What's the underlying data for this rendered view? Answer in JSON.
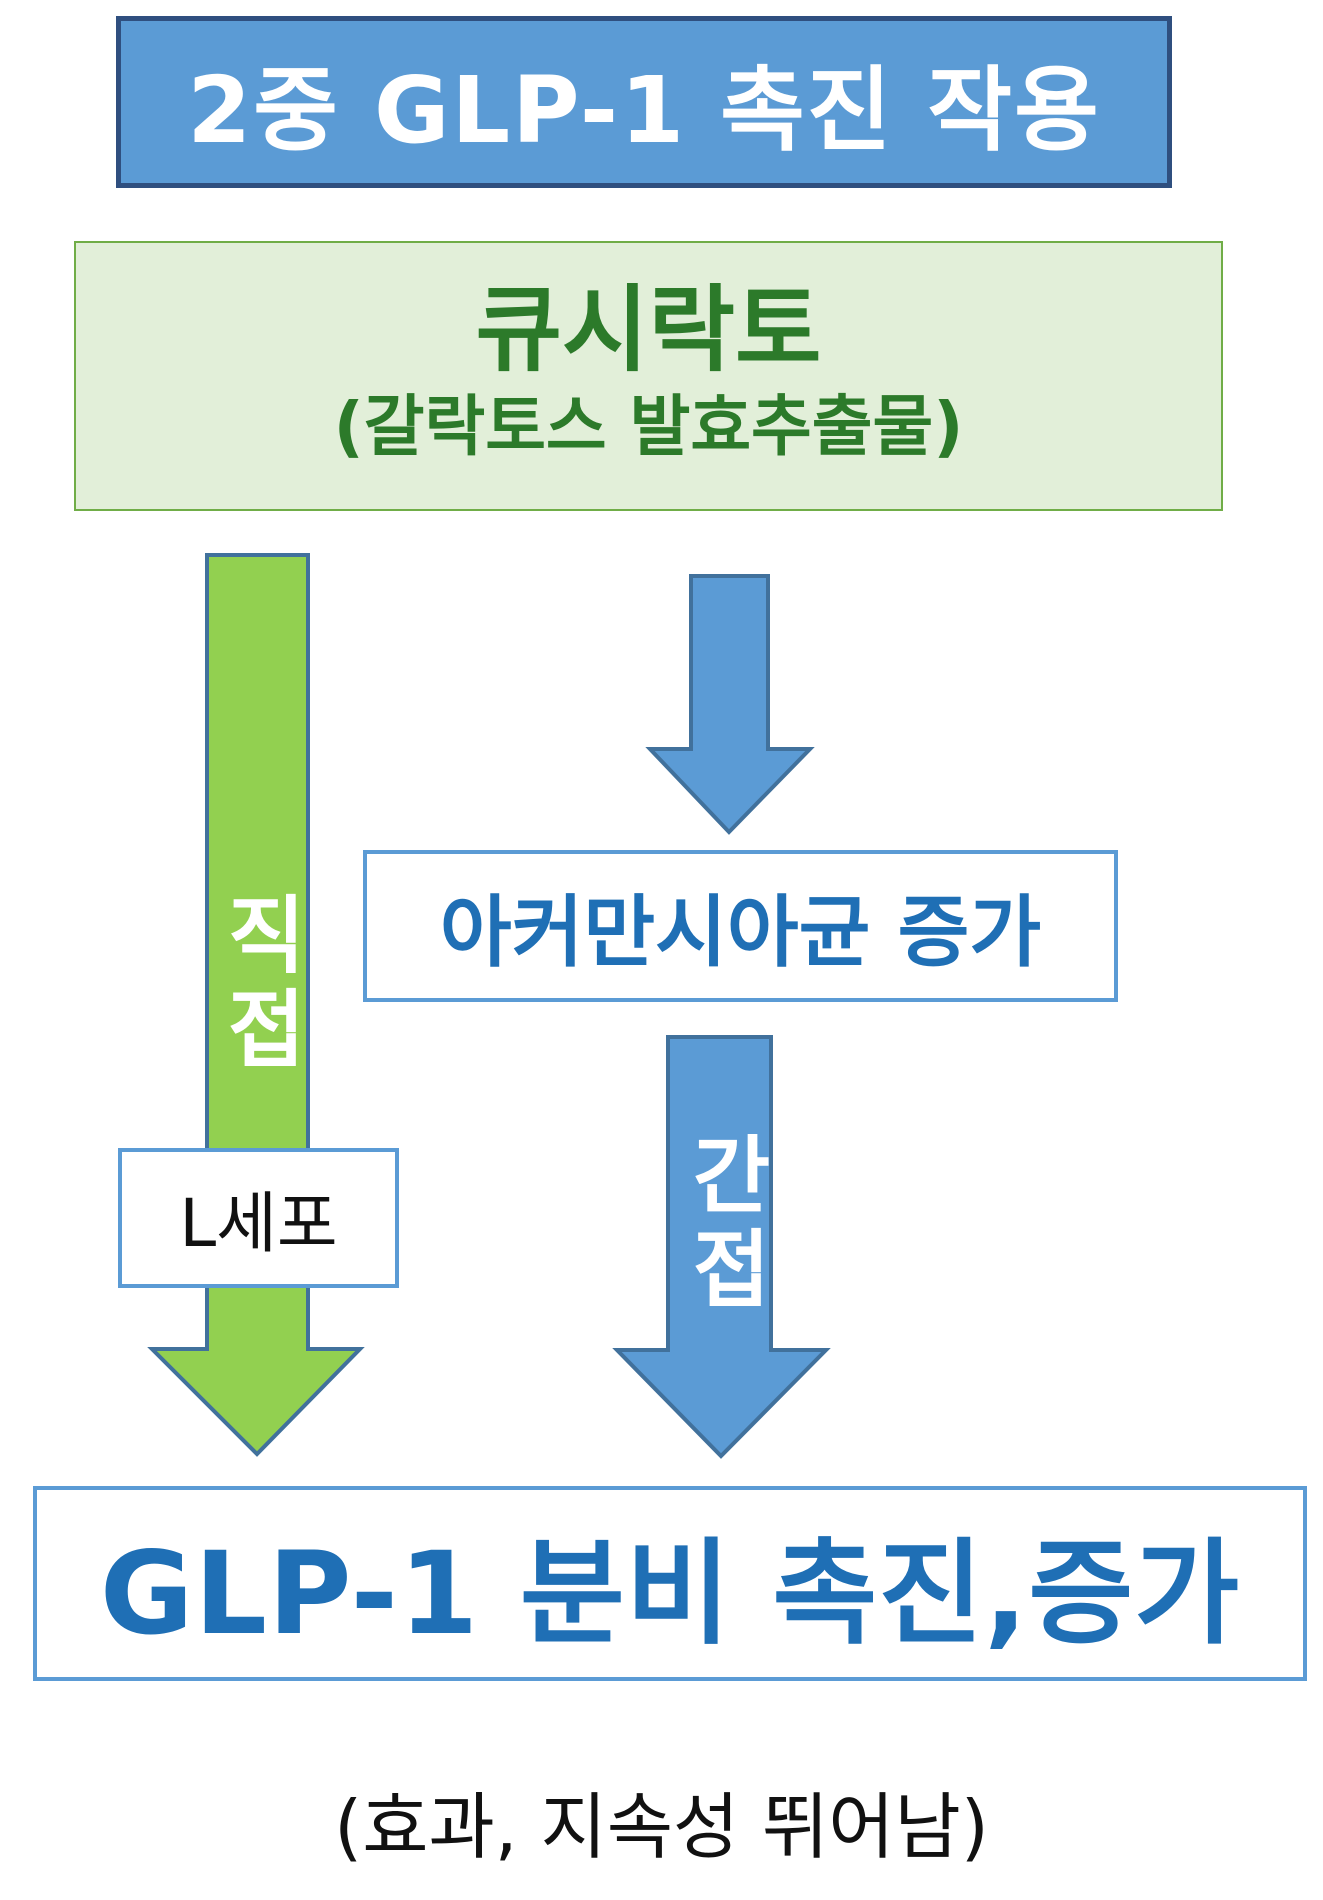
{
  "title": "2중 GLP-1 촉진 작용",
  "product": {
    "name": "큐시락토",
    "subtitle": "(갈락토스 발효추출물)"
  },
  "path_direct": {
    "label": "직접",
    "via": "L세포"
  },
  "path_indirect": {
    "step": "아커만시아균 증가",
    "label": "간접"
  },
  "result": "GLP-1 분비 촉진,증가",
  "footnote": "(효과, 지속성 뛰어남)",
  "colors": {
    "title_bg": "#5b9bd5",
    "title_border": "#2f4f7f",
    "product_bg": "#e2efd9",
    "product_border": "#70ad47",
    "direct_arrow": "#92d050",
    "indirect_arrow": "#5b9bd5",
    "arrow_outline": "#41719c",
    "box_border": "#5b9bd5",
    "result_text": "#1f6fb5"
  }
}
